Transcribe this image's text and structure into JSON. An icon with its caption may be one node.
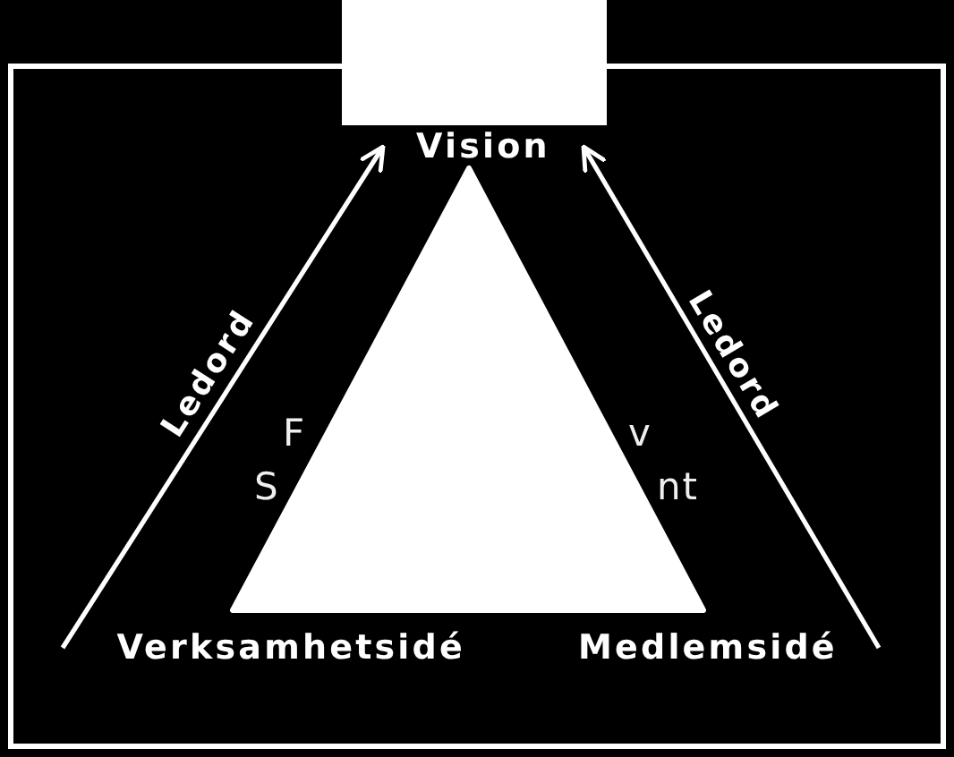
{
  "diagram": {
    "nodes": [
      {
        "text": [
          "Vision"
        ]
      },
      {
        "text": [
          "Verksamhetsidé"
        ]
      },
      {
        "text": [
          "Medlemsidé"
        ]
      }
    ],
    "edges": [
      {
        "from": 1,
        "to": 0,
        "arrow": "to",
        "label": "Ledord"
      },
      {
        "from": 2,
        "to": 0,
        "arrow": "to",
        "label": "Ledord"
      }
    ],
    "labels": [
      "F",
      "v",
      "S",
      "nt"
    ]
  }
}
